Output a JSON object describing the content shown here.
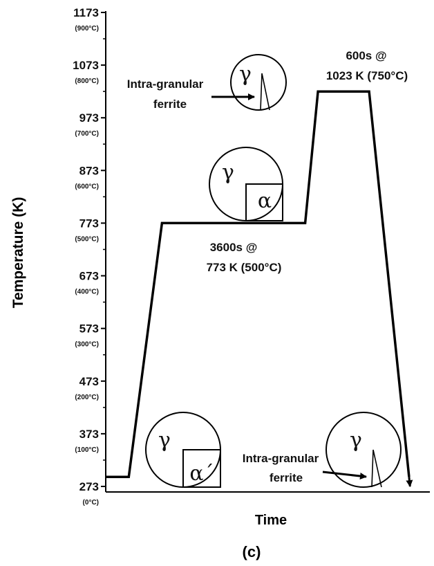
{
  "chart_data": {
    "type": "line",
    "ylabel": "Temperature (K)",
    "xlabel": "Time",
    "caption": "(c)",
    "ylim": [
      273,
      1173
    ],
    "y_ticks": [
      {
        "k": "1173",
        "c": "(900°C)",
        "value": 1173
      },
      {
        "k": "1073",
        "c": "(800°C)",
        "value": 1073
      },
      {
        "k": "973",
        "c": "(700°C)",
        "value": 973
      },
      {
        "k": "873",
        "c": "(600°C)",
        "value": 873
      },
      {
        "k": "773",
        "c": "(500°C)",
        "value": 773
      },
      {
        "k": "673",
        "c": "(400°C)",
        "value": 673
      },
      {
        "k": "573",
        "c": "(300°C)",
        "value": 573
      },
      {
        "k": "473",
        "c": "(200°C)",
        "value": 473
      },
      {
        "k": "373",
        "c": "(100°C)",
        "value": 373
      },
      {
        "k": "273",
        "c": "(0°C)",
        "value": 273
      }
    ],
    "series": [
      {
        "x": [
          0,
          0.09,
          0.22,
          0.78,
          0.83,
          1.03,
          1.19
        ],
        "y": [
          291,
          291,
          773,
          773,
          1023,
          1023,
          273
        ]
      }
    ],
    "annotations": {
      "hold1_line1": "3600s @",
      "hold1_line2": "773 K (500°C)",
      "hold2_line1": "600s @",
      "hold2_line2": "1023 K (750°C)",
      "intra_top_line1": "Intra-granular",
      "intra_top_line2": "ferrite",
      "intra_bottom_line1": "Intra-granular",
      "intra_bottom_line2": "ferrite",
      "phase_gamma": "γ",
      "phase_alpha": "α",
      "phase_alpha_prime": "α´"
    }
  }
}
